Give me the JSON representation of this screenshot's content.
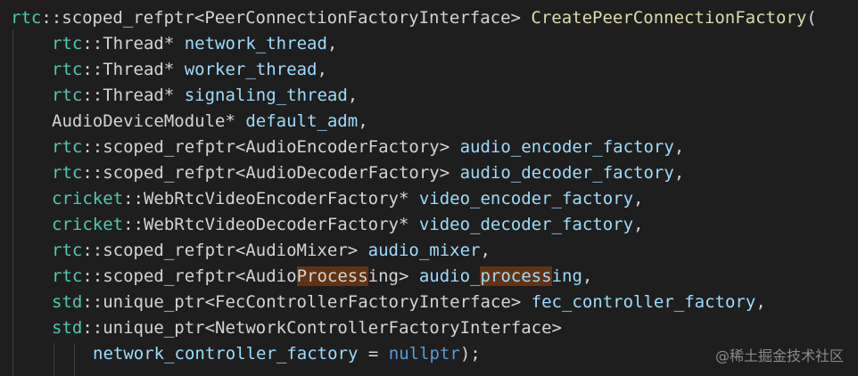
{
  "code": {
    "line1": {
      "ns": "rtc",
      "sep": "::",
      "t": "scoped_refptr<PeerConnectionFactoryInterface> ",
      "fn": "CreatePeerConnectionFactory",
      "p": "("
    },
    "line2": {
      "ns": "rtc",
      "sep": "::",
      "t": "Thread* ",
      "p": "network_thread",
      "e": ","
    },
    "line3": {
      "ns": "rtc",
      "sep": "::",
      "t": "Thread* ",
      "p": "worker_thread",
      "e": ","
    },
    "line4": {
      "ns": "rtc",
      "sep": "::",
      "t": "Thread* ",
      "p": "signaling_thread",
      "e": ","
    },
    "line5": {
      "t": "AudioDeviceModule* ",
      "p": "default_adm",
      "e": ","
    },
    "line6": {
      "ns": "rtc",
      "sep": "::",
      "t": "scoped_refptr<AudioEncoderFactory> ",
      "p": "audio_encoder_factory",
      "e": ","
    },
    "line7": {
      "ns": "rtc",
      "sep": "::",
      "t": "scoped_refptr<AudioDecoderFactory> ",
      "p": "audio_decoder_factory",
      "e": ","
    },
    "line8": {
      "ns": "cricket",
      "sep": "::",
      "t": "WebRtcVideoEncoderFactory* ",
      "p": "video_encoder_factory",
      "e": ","
    },
    "line9": {
      "ns": "cricket",
      "sep": "::",
      "t": "WebRtcVideoDecoderFactory* ",
      "p": "video_decoder_factory",
      "e": ","
    },
    "line10": {
      "ns": "rtc",
      "sep": "::",
      "t": "scoped_refptr<AudioMixer> ",
      "p": "audio_mixer",
      "e": ","
    },
    "line11": {
      "ns": "rtc",
      "sep": "::",
      "t1": "scoped_refptr<Audio",
      "h1": "Process",
      "t2": "ing> ",
      "p1": "audio_",
      "h2": "process",
      "p2": "ing",
      "e": ","
    },
    "line12": {
      "ns": "std",
      "sep": "::",
      "t": "unique_ptr<FecControllerFactoryInterface> ",
      "p": "fec_controller_factory",
      "e": ","
    },
    "line13": {
      "ns": "std",
      "sep": "::",
      "t": "unique_ptr<NetworkControllerFactoryInterface>"
    },
    "line14": {
      "p": "network_controller_factory",
      "eq": " = ",
      "kw": "nullptr",
      "e": ");"
    }
  },
  "watermark": "@稀土掘金技术社区",
  "colors": {
    "background": "#1e1e1e",
    "namespace": "#4ec9b0",
    "type": "#d4d4d4",
    "parameter": "#9cdcfe",
    "function": "#dcdcaa",
    "keyword": "#569cd6",
    "highlight": "#613214"
  }
}
